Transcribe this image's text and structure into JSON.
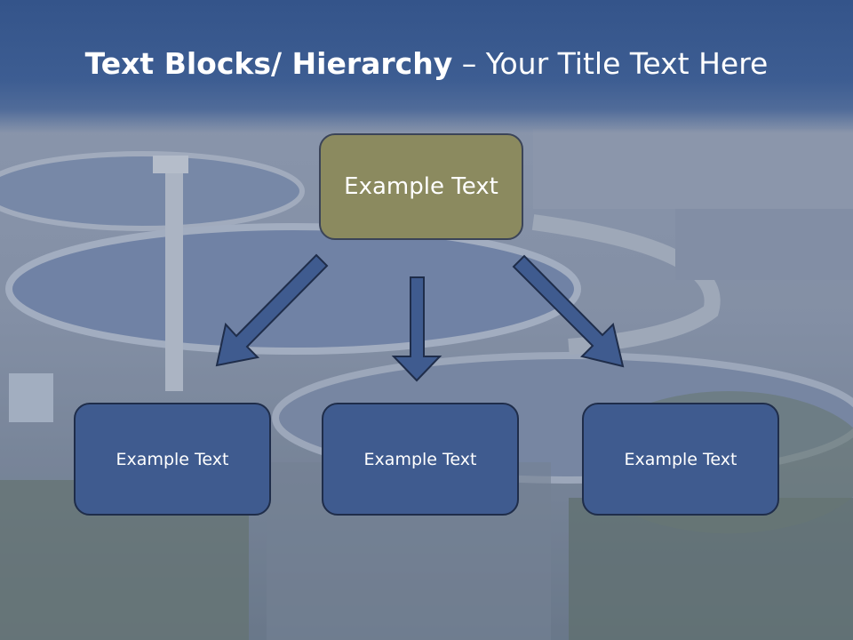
{
  "title": {
    "bold": "Text Blocks/ Hierarchy",
    "rest": " – Your Title Text Here"
  },
  "hierarchy": {
    "root": "Example Text",
    "children": [
      "Example Text",
      "Example Text",
      "Example Text"
    ]
  },
  "colors": {
    "title_band": "#3d5d92",
    "root_fill": "#8b8a5f",
    "child_fill": "#3f5b8f",
    "arrow_fill": "#3f5b8f"
  }
}
